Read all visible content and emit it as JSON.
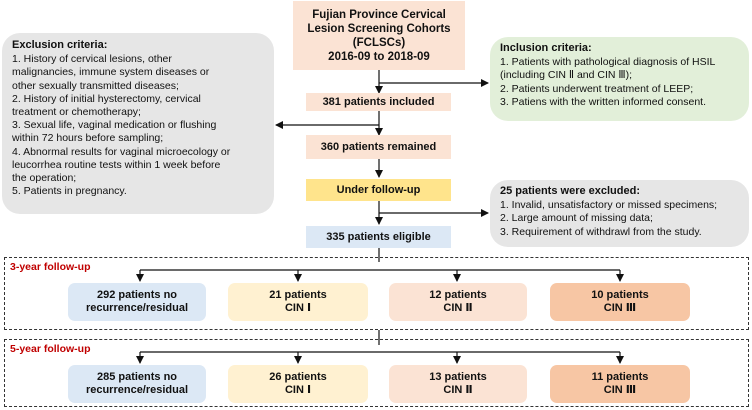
{
  "cohort": {
    "line1": "Fujian Province Cervical",
    "line2": "Lesion Screening Cohorts",
    "line3": "(FCLSCs)",
    "line4": "2016-09 to 2018-09"
  },
  "exclusion": {
    "title": "Exclusion criteria:",
    "lines": [
      "1. History of cervical lesions, other",
      "malignancies, immune system diseases or",
      "other sexually transmitted diseases;",
      "2. History of initial hysterectomy, cervical",
      "treatment or chemotherapy;",
      "3. Sexual life, vaginal medication or flushing",
      "within 72 hours before sampling;",
      "4. Abnormal results for vaginal microecology or",
      "leucorrhea routine tests within 1 week before",
      "the operation;",
      "5. Patients in pregnancy."
    ]
  },
  "inclusion": {
    "title": "Inclusion criteria:",
    "lines": [
      "1. Patients with pathological diagnosis of HSIL",
      "(including CIN Ⅱ and CIN Ⅲ);",
      "2. Patients underwent treatment of LEEP;",
      "3. Patiens with the written informed consent."
    ]
  },
  "flow": {
    "included": "381 patients included",
    "remained": "360 patients remained",
    "followup": "Under follow-up",
    "eligible": "335 patients eligible"
  },
  "excluded": {
    "title": "25 patients were excluded:",
    "lines": [
      "1. Invalid, unsatisfactory or missed specimens;",
      "2. Large amount of missing data;",
      "3. Requirement of withdrawl from the study."
    ]
  },
  "three_year": {
    "label": "3-year follow-up",
    "boxes": [
      {
        "line1": "292 patients no",
        "line2": "recurrence/residual"
      },
      {
        "line1": "21 patients",
        "line2": "CIN Ⅰ"
      },
      {
        "line1": "12 patients",
        "line2": "CIN Ⅱ"
      },
      {
        "line1": "10 patients",
        "line2": "CIN Ⅲ"
      }
    ]
  },
  "five_year": {
    "label": "5-year follow-up",
    "boxes": [
      {
        "line1": "285 patients no",
        "line2": "recurrence/residual"
      },
      {
        "line1": "26 patients",
        "line2": "CIN Ⅰ"
      },
      {
        "line1": "13 patients",
        "line2": "CIN Ⅱ"
      },
      {
        "line1": "11 patients",
        "line2": "CIN Ⅲ"
      }
    ]
  },
  "colors": {
    "peach": "#fbe3d4",
    "grey": "#e6e6e6",
    "green": "#e2efd9",
    "yellow": "#ffe48c",
    "blue": "#dce8f5",
    "cream": "#fff1d1",
    "orange": "#f7c6a4",
    "label_red": "#c00000"
  }
}
